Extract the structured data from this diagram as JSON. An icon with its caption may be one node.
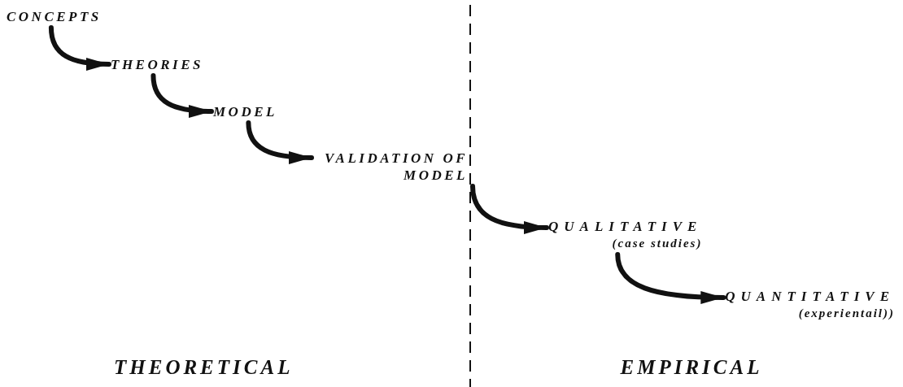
{
  "diagram": {
    "nodes": [
      {
        "text": [
          "CONCEPTS"
        ]
      },
      {
        "text": [
          "THEORIES"
        ]
      },
      {
        "text": [
          "MODEL"
        ]
      },
      {
        "text": [
          "VALIDATION OF MODEL"
        ]
      },
      {
        "text": [
          "QUALITATIVE",
          "(case studies)"
        ]
      },
      {
        "text": [
          "QUANTITATIVE",
          "(experientail))"
        ]
      }
    ],
    "edges": [
      {
        "from": 0,
        "to": 1,
        "arrow": "to"
      },
      {
        "from": 1,
        "to": 2,
        "arrow": "to"
      },
      {
        "from": 2,
        "to": 3,
        "arrow": "to"
      },
      {
        "from": 3,
        "to": 4,
        "arrow": "to"
      },
      {
        "from": 4,
        "to": 5,
        "arrow": "to"
      }
    ],
    "labels": [
      "THEORETICAL",
      "EMPIRICAL"
    ]
  }
}
